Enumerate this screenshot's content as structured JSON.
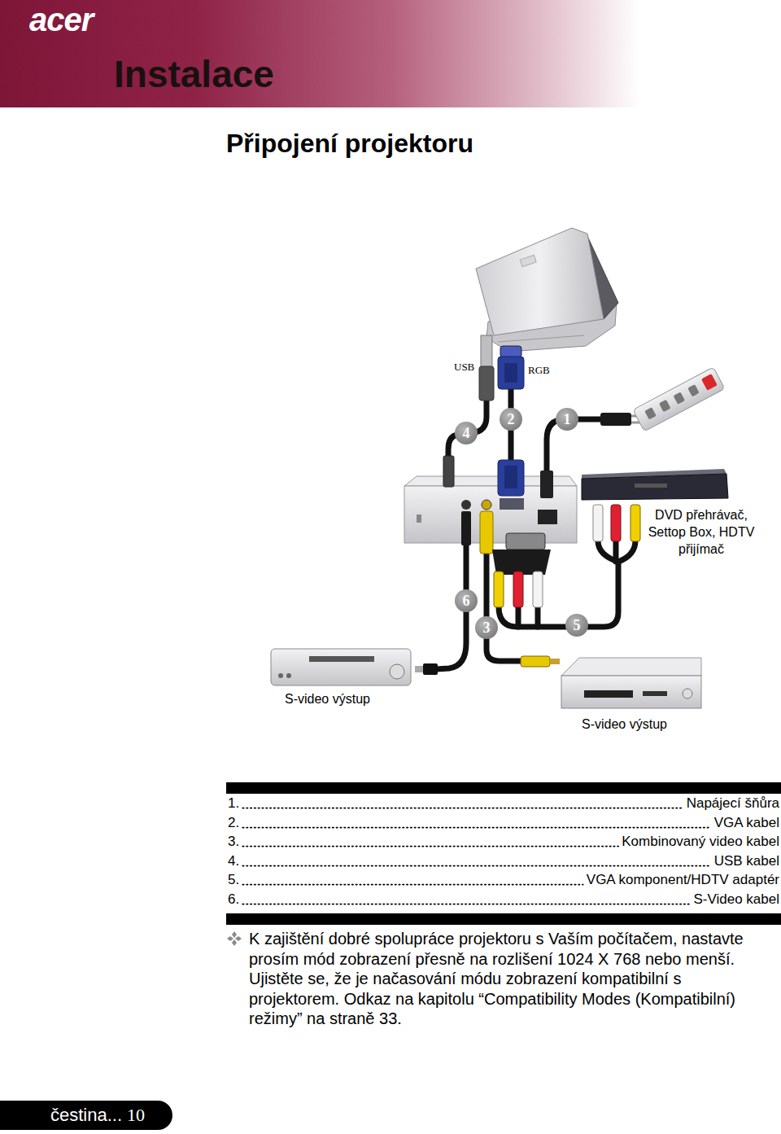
{
  "diagram": {
    "title": "Připojení projektoru",
    "nodes": [
      {
        "text": [
          "acer",
          "Instalace"
        ]
      },
      {
        "text": [
          "4"
        ]
      },
      {
        "text": [
          "2"
        ]
      },
      {
        "text": [
          "1"
        ]
      },
      {
        "text": [
          "6"
        ]
      },
      {
        "text": [
          "3"
        ]
      },
      {
        "text": [
          "5"
        ]
      },
      {
        "text": [
          "čestina...",
          "10"
        ]
      }
    ],
    "labels": [
      "USB",
      "RGB",
      "DVD přehrávač, Settop Box, HDTV přijímač",
      "S-video výstup",
      "S-video výstup",
      "1.",
      "Napájecí šňůra",
      "2.",
      "VGA kabel",
      "3.",
      "Kombinovaný video kabel",
      "4.",
      "USB kabel",
      "5.",
      "VGA komponent/HDTV adaptér",
      "6.",
      "S-Video kabel",
      "K zajištění dobré spolupráce projektoru s Vaším počítačem, nastavte prosím mód zobrazení přesně na rozlišení 1024 X 768 nebo menší. Ujistěte se, že je načasování módu zobrazení kompatibilní s projektorem. Odkaz na kapitolu “Compatibility Modes (Kompatibilní) režimy” na straně 33."
    ]
  }
}
